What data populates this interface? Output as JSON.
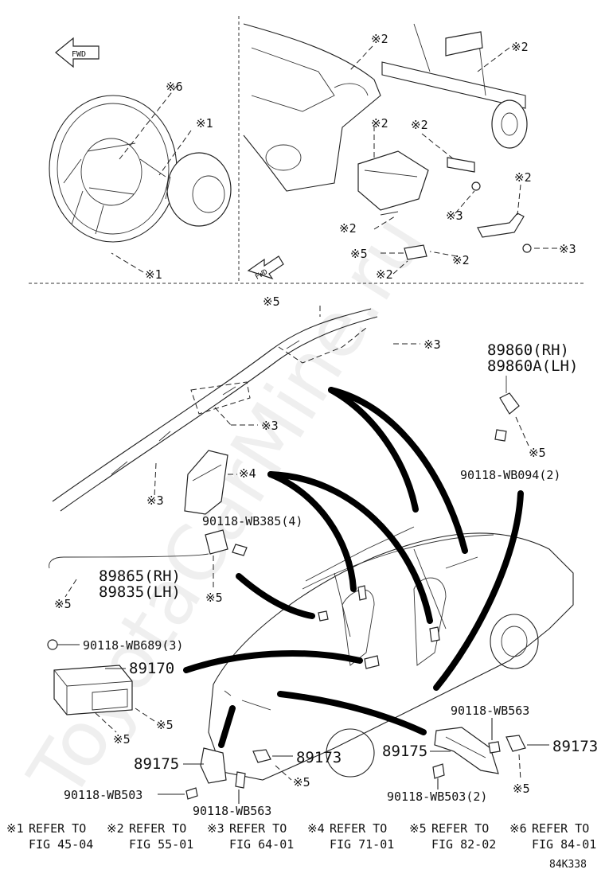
{
  "fwd_label": "FWD",
  "callouts": {
    "ref1": "※1",
    "ref2": "※2",
    "ref3": "※3",
    "ref4": "※4",
    "ref5": "※5",
    "ref6": "※6"
  },
  "parts": {
    "side_sensor_rh": "89860(RH)",
    "side_sensor_lh": "89860A(LH)",
    "bolt_wb094": "90118-WB094(2)",
    "bolt_wb385": "90118-WB385(4)",
    "sensor_89865": "89865(RH)",
    "sensor_89835": "89835(LH)",
    "nut_wb689": "90118-WB689(3)",
    "ecu_89170": "89170",
    "bolt_wb563_right": "90118-WB563",
    "sensor_89173_right": "89173",
    "front_sensor_89175_right": "89175",
    "bolt_wb503_right": "90118-WB503(2)",
    "front_sensor_89175_left": "89175",
    "sensor_89173_left": "89173",
    "bolt_wb503_left": "90118-WB503",
    "bolt_wb563_left": "90118-WB563"
  },
  "legend": [
    {
      "mark": "※1",
      "line1": "REFER TO",
      "line2": "FIG 45-04"
    },
    {
      "mark": "※2",
      "line1": "REFER TO",
      "line2": "FIG 55-01"
    },
    {
      "mark": "※3",
      "line1": "REFER TO",
      "line2": "FIG 64-01"
    },
    {
      "mark": "※4",
      "line1": "REFER TO",
      "line2": "FIG 71-01"
    },
    {
      "mark": "※5",
      "line1": "REFER TO",
      "line2": "FIG 82-02"
    },
    {
      "mark": "※6",
      "line1": "REFER TO",
      "line2": "FIG 84-01"
    }
  ],
  "diagram_code": "84K338",
  "watermark": "ToyotaCarMine.ru"
}
